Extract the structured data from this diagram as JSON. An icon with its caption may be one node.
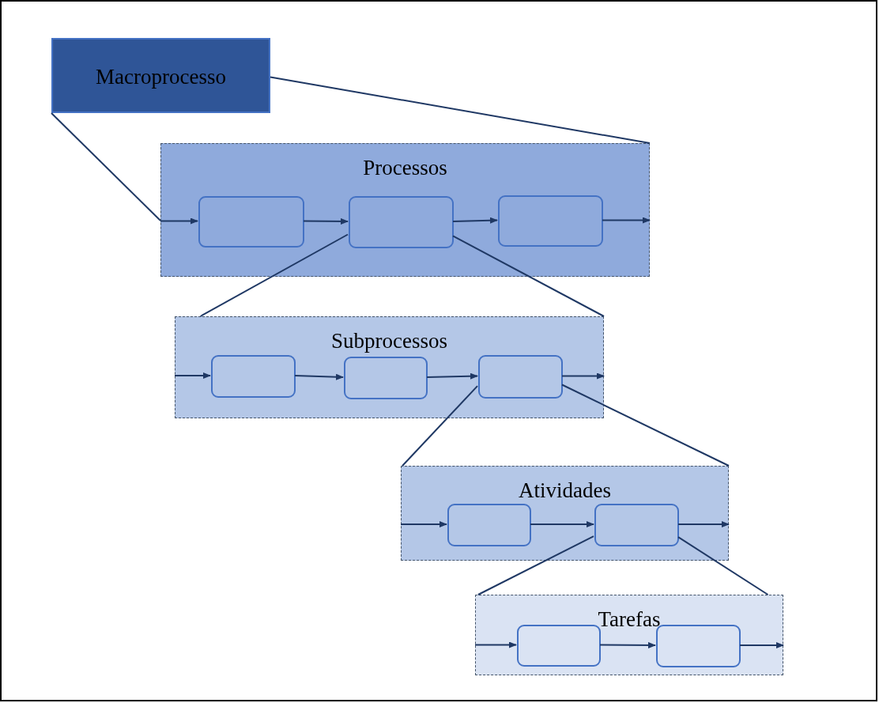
{
  "diagram": {
    "nodes": [
      {
        "text": [
          "Macroprocesso"
        ]
      },
      {
        "text": [
          "Processos"
        ]
      },
      {
        "text": [],
        "shape": "box",
        "in": 1
      },
      {
        "text": [],
        "shape": "box",
        "in": 1
      },
      {
        "text": [],
        "shape": "box",
        "in": 1
      },
      {
        "text": [
          "Subprocessos"
        ]
      },
      {
        "text": [],
        "shape": "box",
        "in": 5
      },
      {
        "text": [],
        "shape": "box",
        "in": 5
      },
      {
        "text": [],
        "shape": "box",
        "in": 5
      },
      {
        "text": [
          "Atividades"
        ]
      },
      {
        "text": [],
        "shape": "box",
        "in": 9
      },
      {
        "text": [],
        "shape": "box",
        "in": 9
      },
      {
        "text": [
          "Tarefas"
        ]
      },
      {
        "text": [],
        "shape": "box",
        "in": 12
      },
      {
        "text": [],
        "shape": "box",
        "in": 12
      }
    ],
    "edges": [
      {
        "from": 0,
        "to": 1,
        "arrow": "none"
      },
      {
        "from": 0,
        "to": 1,
        "arrow": "none"
      },
      {
        "from": null,
        "to": 2,
        "arrow": "to"
      },
      {
        "from": 2,
        "to": 3,
        "arrow": "to"
      },
      {
        "from": 3,
        "to": 4,
        "arrow": "to"
      },
      {
        "from": 4,
        "to": null,
        "arrow": "to"
      },
      {
        "from": 3,
        "to": 5,
        "arrow": "none"
      },
      {
        "from": 3,
        "to": 5,
        "arrow": "none"
      },
      {
        "from": null,
        "to": 6,
        "arrow": "to"
      },
      {
        "from": 6,
        "to": 7,
        "arrow": "to"
      },
      {
        "from": 7,
        "to": 8,
        "arrow": "to"
      },
      {
        "from": 8,
        "to": null,
        "arrow": "to"
      },
      {
        "from": 8,
        "to": 9,
        "arrow": "none"
      },
      {
        "from": 8,
        "to": 9,
        "arrow": "none"
      },
      {
        "from": null,
        "to": 10,
        "arrow": "to"
      },
      {
        "from": 10,
        "to": 11,
        "arrow": "to"
      },
      {
        "from": 11,
        "to": null,
        "arrow": "to"
      },
      {
        "from": 11,
        "to": 12,
        "arrow": "none"
      },
      {
        "from": 11,
        "to": 12,
        "arrow": "none"
      },
      {
        "from": null,
        "to": 13,
        "arrow": "to"
      },
      {
        "from": 13,
        "to": 14,
        "arrow": "to"
      },
      {
        "from": 14,
        "to": null,
        "arrow": "to"
      }
    ]
  }
}
